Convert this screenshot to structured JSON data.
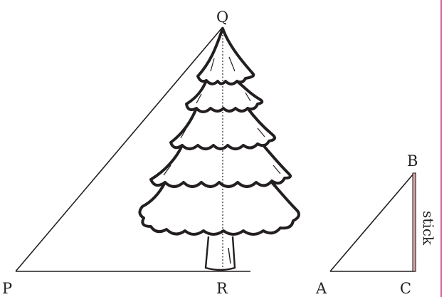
{
  "figure": {
    "tree_triangle": {
      "top_label": "Q",
      "left_label": "P",
      "right_label": "R"
    },
    "stick_triangle": {
      "top_label": "B",
      "left_label": "A",
      "right_label": "C",
      "stick_label": "stick"
    }
  },
  "colors": {
    "ink": "#231f20",
    "stick": "#d4a5a5",
    "right_border": "#c8387a",
    "background": "#ffffff"
  }
}
